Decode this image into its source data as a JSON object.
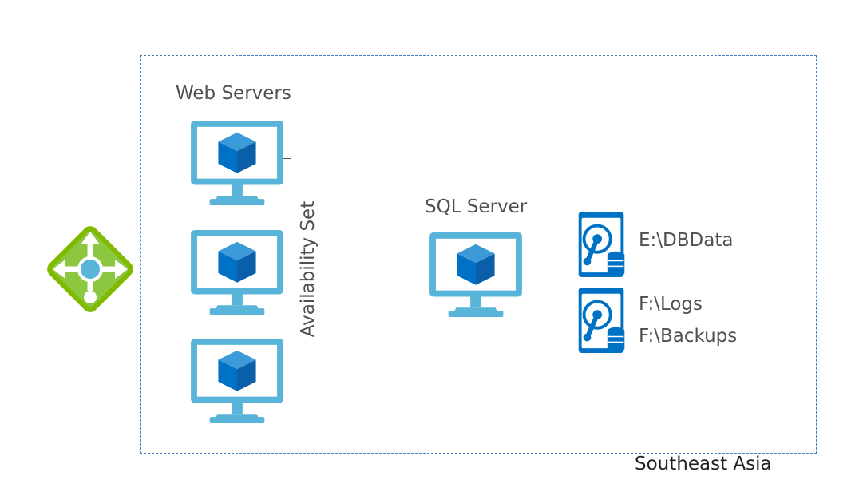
{
  "labels": {
    "web_servers": "Web Servers",
    "availability_set": "Availability Set",
    "sql_server": "SQL Server",
    "disk1": "E:\\DBData",
    "disk2_line1": "F:\\Logs",
    "disk2_line2": "F:\\Backups",
    "region": "Southeast Asia"
  },
  "icons": {
    "load_balancer": "load-balancer-icon",
    "vm": "virtual-machine-icon",
    "disk": "managed-disk-icon"
  },
  "colors": {
    "region_border": "#3f7fbf",
    "vm_screen": "#59b4d9",
    "vm_cube": "#0072c6",
    "lb_green": "#7fba00",
    "disk_blue": "#0072c6"
  }
}
